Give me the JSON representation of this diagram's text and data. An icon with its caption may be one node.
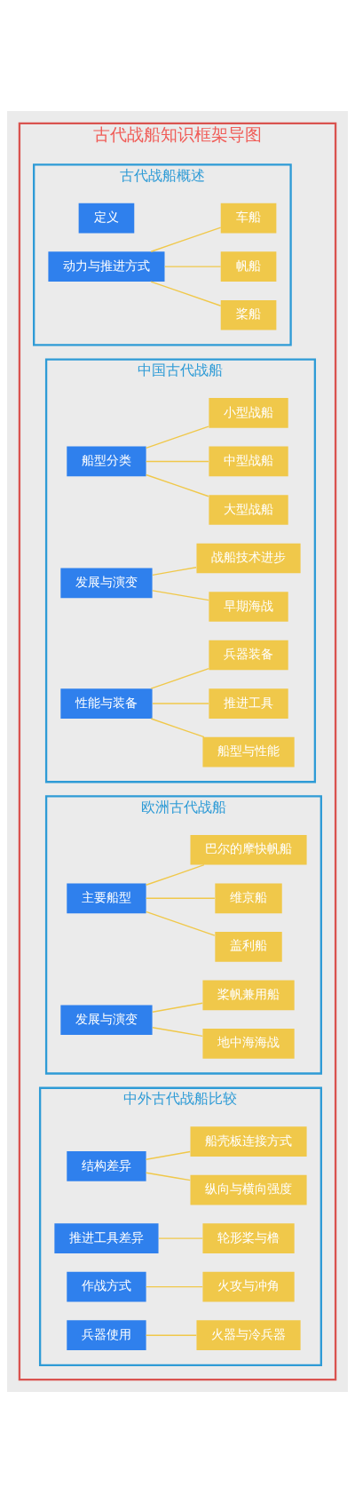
{
  "diagram": {
    "nodes": [
      {
        "text": [
          "古代战船知识框架导图"
        ]
      },
      {
        "text": [
          "古代战船概述"
        ],
        "in": 0
      },
      {
        "text": [
          "定义"
        ],
        "in": 1
      },
      {
        "text": [
          "动力与推进方式"
        ],
        "in": 1
      },
      {
        "text": [
          "桨船"
        ],
        "in": 1
      },
      {
        "text": [
          "帆船"
        ],
        "in": 1
      },
      {
        "text": [
          "车船"
        ],
        "in": 1
      },
      {
        "text": [
          "中国古代战船"
        ],
        "in": 0
      },
      {
        "text": [
          "船型分类"
        ],
        "in": 7
      },
      {
        "text": [
          "大型战船"
        ],
        "in": 7
      },
      {
        "text": [
          "中型战船"
        ],
        "in": 7
      },
      {
        "text": [
          "小型战船"
        ],
        "in": 7
      },
      {
        "text": [
          "发展与演变"
        ],
        "in": 7
      },
      {
        "text": [
          "早期海战"
        ],
        "in": 7
      },
      {
        "text": [
          "战船技术进步"
        ],
        "in": 7
      },
      {
        "text": [
          "性能与装备"
        ],
        "in": 7
      },
      {
        "text": [
          "船型与性能"
        ],
        "in": 7
      },
      {
        "text": [
          "推进工具"
        ],
        "in": 7
      },
      {
        "text": [
          "兵器装备"
        ],
        "in": 7
      },
      {
        "text": [
          "欧洲古代战船"
        ],
        "in": 0
      },
      {
        "text": [
          "主要船型"
        ],
        "in": 19
      },
      {
        "text": [
          "盖利船"
        ],
        "in": 19
      },
      {
        "text": [
          "维京船"
        ],
        "in": 19
      },
      {
        "text": [
          "巴尔的摩快帆船"
        ],
        "in": 19
      },
      {
        "text": [
          "发展与演变"
        ],
        "in": 19
      },
      {
        "text": [
          "地中海海战"
        ],
        "in": 19
      },
      {
        "text": [
          "桨帆兼用船"
        ],
        "in": 19
      },
      {
        "text": [
          "中外古代战船比较"
        ],
        "in": 0
      },
      {
        "text": [
          "结构差异"
        ],
        "in": 27
      },
      {
        "text": [
          "纵向与横向强度"
        ],
        "in": 27
      },
      {
        "text": [
          "船壳板连接方式"
        ],
        "in": 27
      },
      {
        "text": [
          "推进工具差异"
        ],
        "in": 27
      },
      {
        "text": [
          "轮形桨与橹"
        ],
        "in": 27
      },
      {
        "text": [
          "作战方式"
        ],
        "in": 27
      },
      {
        "text": [
          "火攻与冲角"
        ],
        "in": 27
      },
      {
        "text": [
          "兵器使用"
        ],
        "in": 27
      },
      {
        "text": [
          "火器与冷兵器"
        ],
        "in": 27
      }
    ],
    "edges": [
      {
        "from": 3,
        "to": 4,
        "arrow": "none"
      },
      {
        "from": 3,
        "to": 5,
        "arrow": "none"
      },
      {
        "from": 3,
        "to": 6,
        "arrow": "none"
      },
      {
        "from": 8,
        "to": 9,
        "arrow": "none"
      },
      {
        "from": 8,
        "to": 10,
        "arrow": "none"
      },
      {
        "from": 8,
        "to": 11,
        "arrow": "none"
      },
      {
        "from": 12,
        "to": 13,
        "arrow": "none"
      },
      {
        "from": 12,
        "to": 14,
        "arrow": "none"
      },
      {
        "from": 15,
        "to": 16,
        "arrow": "none"
      },
      {
        "from": 15,
        "to": 17,
        "arrow": "none"
      },
      {
        "from": 15,
        "to": 18,
        "arrow": "none"
      },
      {
        "from": 20,
        "to": 21,
        "arrow": "none"
      },
      {
        "from": 20,
        "to": 22,
        "arrow": "none"
      },
      {
        "from": 20,
        "to": 23,
        "arrow": "none"
      },
      {
        "from": 24,
        "to": 25,
        "arrow": "none"
      },
      {
        "from": 24,
        "to": 26,
        "arrow": "none"
      },
      {
        "from": 28,
        "to": 29,
        "arrow": "none"
      },
      {
        "from": 28,
        "to": 30,
        "arrow": "none"
      },
      {
        "from": 31,
        "to": 32,
        "arrow": "none"
      },
      {
        "from": 33,
        "to": 34,
        "arrow": "none"
      },
      {
        "from": 35,
        "to": 36,
        "arrow": "none"
      }
    ]
  }
}
